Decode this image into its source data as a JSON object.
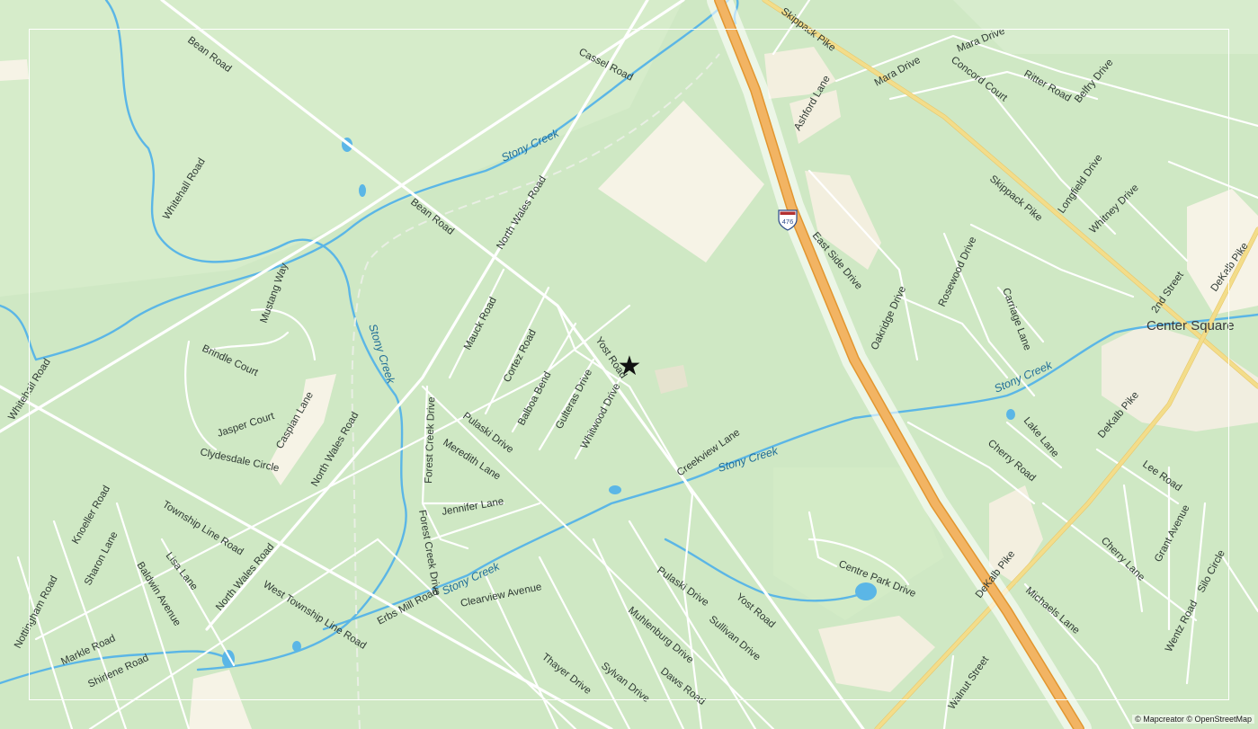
{
  "map": {
    "attribution": "© Mapcreator © OpenStreetMap",
    "place": "Center Square",
    "highway_shield": "476",
    "colors": {
      "land": "#cfe8c4",
      "developed": "#f6f3e6",
      "water": "#5bb6e6",
      "highway": "#f2b463",
      "pike": "#f3dd8a",
      "road": "#ffffff"
    },
    "marker": {
      "icon": "star-icon",
      "symbol": "★"
    },
    "creek_labels": [
      "Stony Creek",
      "Stony Creek",
      "Stony Creek",
      "Stony Creek",
      "Stony Creek"
    ],
    "road_labels": [
      "Bean Road",
      "Bean Road",
      "Cassel Road",
      "Skippack Pike",
      "Skippack Pike",
      "Mara Drive",
      "Mara Drive",
      "Concord Court",
      "Ritter Road",
      "Belfry Drive",
      "Ashford Lane",
      "Longfield Drive",
      "Whitney Drive",
      "East Side Drive",
      "Rosewood Drive",
      "Oakridge Drive",
      "Carriage Lane",
      "2nd Street",
      "DeKalb Pike",
      "Whitehall Road",
      "Whitehall Road",
      "North Wales Road",
      "North Wales Road",
      "North Wales Road",
      "Mauck Road",
      "Cortez Road",
      "Balboa Bend",
      "Gulteras Drive",
      "Whitwood Drive",
      "Yost Road",
      "Yost Road",
      "Creekview Lane",
      "Forest Creek Drive",
      "Forest Creek Drive",
      "Pulaski Drive",
      "Pulaski Drive",
      "Meredith Lane",
      "Jennifer Lane",
      "Brindle Court",
      "Mustang Way",
      "Jasper Court",
      "Caspian Lane",
      "Clydesdale Circle",
      "Township Line Road",
      "West Township Line Road",
      "Knoeller Road",
      "Lisa Lane",
      "Sharon Lane",
      "Baldwin Avenue",
      "Nottingham Road",
      "Markle Road",
      "Shirlene Road",
      "Erbs Mill Road",
      "Clearview Avenue",
      "Muhlenburg Drive",
      "Sullivan Drive",
      "Thayer Drive",
      "Sylvan Drive",
      "Daws Road",
      "Centre Park Drive",
      "Cherry Road",
      "Lake Lane",
      "DeKalb Pike",
      "Lee Road",
      "Grant Avenue",
      "Cherry Lane",
      "Silo Circle",
      "Michaels Lane",
      "Wentz Road",
      "DeKalb Pike",
      "Walnut Street"
    ]
  }
}
